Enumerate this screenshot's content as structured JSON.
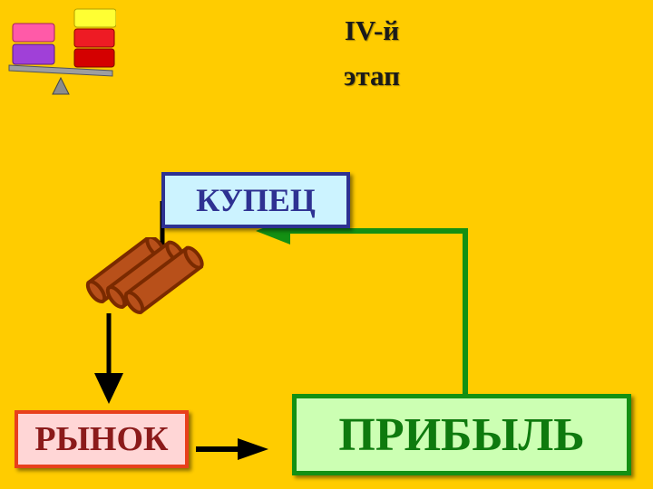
{
  "slide": {
    "title_line1": "IV-й",
    "title_line2": "этап"
  },
  "diagram": {
    "nodes": {
      "merchant": "КУПЕЦ",
      "market": "РЫНОК",
      "profit": "ПРИБЫЛЬ"
    },
    "icons": [
      "balance-scale-icon",
      "goods-rolls-icon"
    ]
  },
  "colors": {
    "background": "#ffcc00",
    "merchant_fill": "#ccf3ff",
    "merchant_border": "#2e3192",
    "market_fill": "#ffd6d6",
    "market_border": "#e8401c",
    "profit_fill": "#ccffb3",
    "profit_border": "#139013",
    "feedback_arrow": "#139013",
    "arrows": "#000000"
  }
}
